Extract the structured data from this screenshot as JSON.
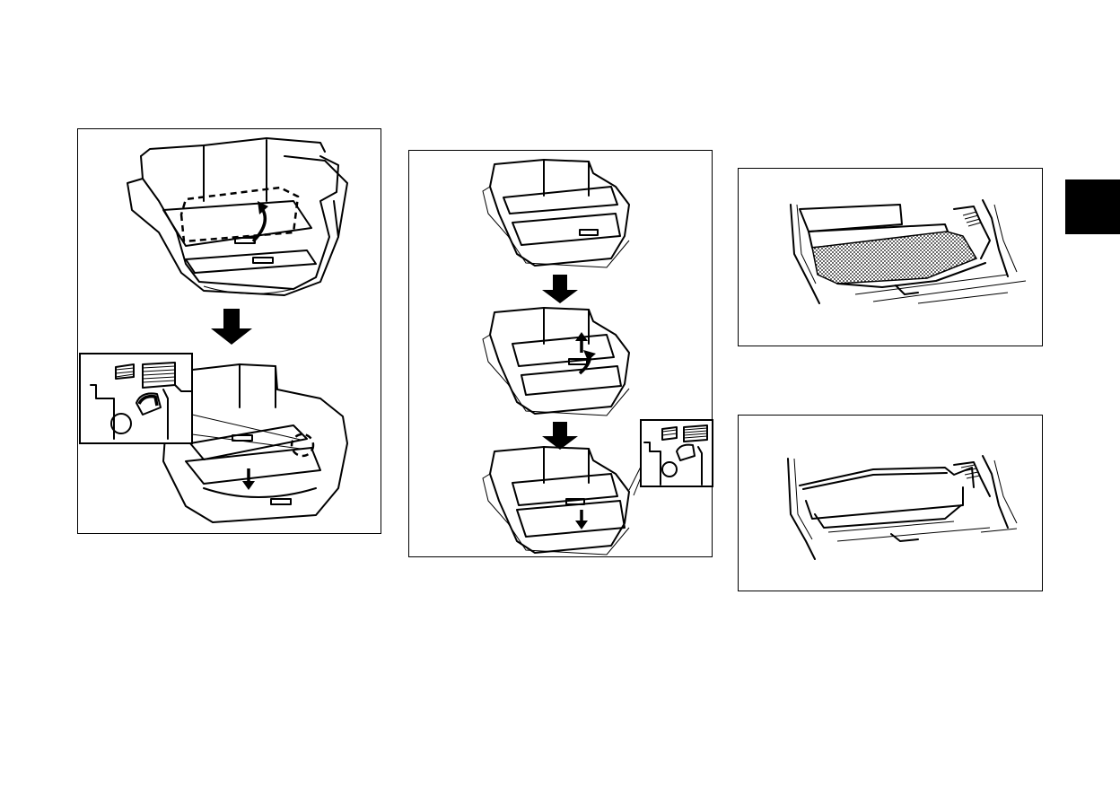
{
  "page": {
    "background": "#ffffff",
    "ink_color": "#000000",
    "section_tab_color": "#000000"
  },
  "figures": [
    {
      "id": "fig-a",
      "depicts": "cargo-floor-board-raise-and-stow",
      "icons": [
        "down-arrow-icon",
        "curved-arrow-icon",
        "detail-inset"
      ]
    },
    {
      "id": "fig-b",
      "depicts": "cargo-floor-board-three-steps",
      "icons": [
        "down-arrow-icon",
        "up-arrow-icon",
        "detail-inset"
      ]
    },
    {
      "id": "fig-c",
      "depicts": "cargo-area-storage-panel"
    },
    {
      "id": "fig-d",
      "depicts": "cargo-area-floor-open"
    }
  ]
}
